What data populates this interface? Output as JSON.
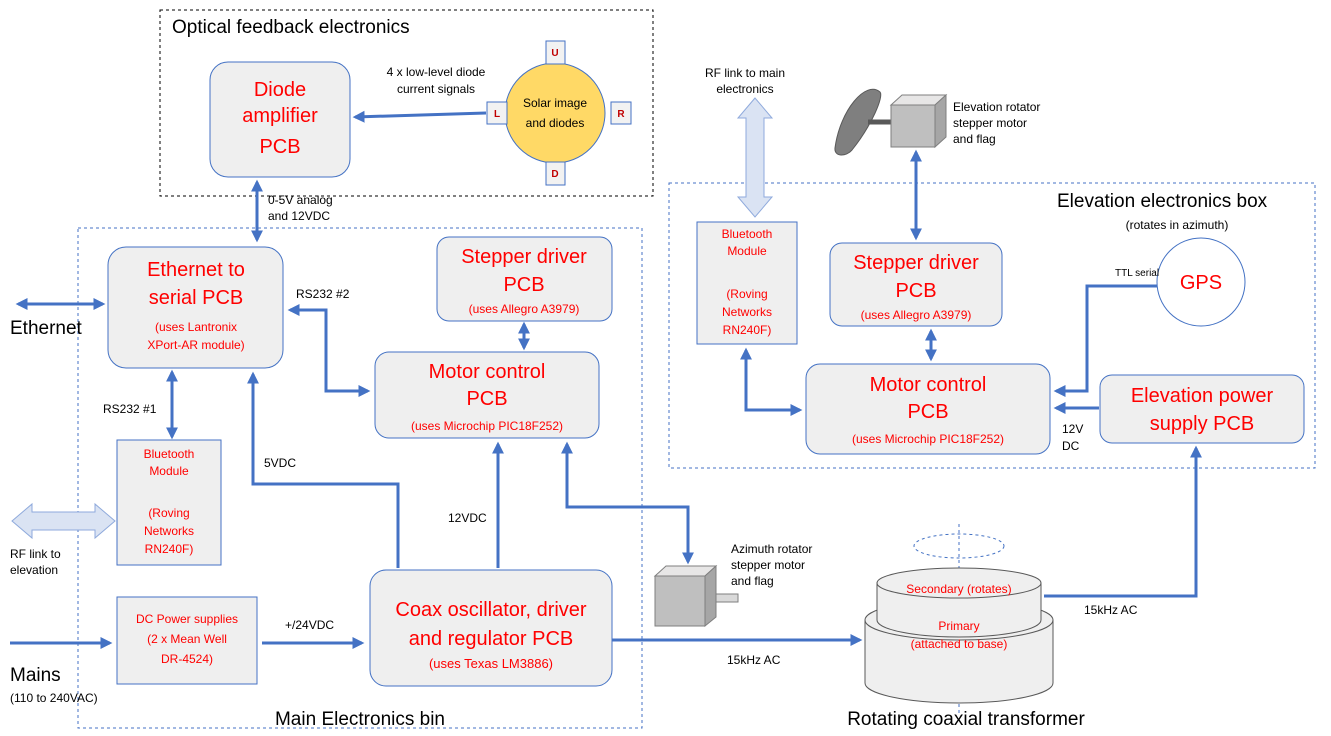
{
  "groups": {
    "optical": "Optical feedback electronics",
    "main_bin": "Main Electronics bin",
    "elevation_box": "Elevation electronics box",
    "elevation_box_sub": "(rotates in azimuth)",
    "transformer": "Rotating coaxial transformer"
  },
  "blocks": {
    "diode_amp": [
      "Diode",
      "amplifier",
      "PCB"
    ],
    "solar": [
      "Solar image",
      "and diodes"
    ],
    "solar_pads": {
      "u": "U",
      "d": "D",
      "l": "L",
      "r": "R"
    },
    "eth_serial": {
      "title": [
        "Ethernet to",
        "serial PCB"
      ],
      "sub": [
        "(uses Lantronix",
        "XPort-AR module)"
      ]
    },
    "stepper_main": {
      "title": [
        "Stepper driver",
        "PCB"
      ],
      "sub": "(uses Allegro A3979)"
    },
    "motor_main": {
      "title": [
        "Motor control",
        "PCB"
      ],
      "sub": "(uses Microchip PIC18F252)"
    },
    "bt_main": [
      "Bluetooth",
      "Module",
      "",
      "(Roving",
      "Networks",
      "RN240F)"
    ],
    "dc_power": [
      "DC Power supplies",
      "(2 x Mean Well",
      "DR-4524)"
    ],
    "coax_osc": {
      "title": [
        "Coax oscillator, driver",
        "and regulator PCB"
      ],
      "sub": "(uses Texas LM3886)"
    },
    "bt_elev": [
      "Bluetooth",
      "Module",
      "",
      "(Roving",
      "Networks",
      "RN240F)"
    ],
    "stepper_elev": {
      "title": [
        "Stepper driver",
        "PCB"
      ],
      "sub": "(uses Allegro A3979)"
    },
    "motor_elev": {
      "title": [
        "Motor control",
        "PCB"
      ],
      "sub": "(uses Microchip PIC18F252)"
    },
    "gps": "GPS",
    "elev_power": [
      "Elevation power",
      "supply PCB"
    ],
    "secondary": "Secondary (rotates)",
    "primary": [
      "Primary",
      "(attached to base)"
    ]
  },
  "labels": {
    "diode_signals": [
      "4 x low-level diode",
      "current signals"
    ],
    "analog": [
      "0-5V analog",
      "and 12VDC"
    ],
    "ethernet": "Ethernet",
    "rs232_2": "RS232 #2",
    "rs232_1": "RS232 #1",
    "v5": "5VDC",
    "v12": "12VDC",
    "rf_elev": [
      "RF link to",
      "elevation"
    ],
    "rf_main": [
      "RF link to main",
      "electronics"
    ],
    "v24": "+/24VDC",
    "mains": "Mains",
    "mains_range": "(110 to 240VAC)",
    "ac15_a": "15kHz AC",
    "ac15_b": "15kHz AC",
    "az_motor": [
      "Azimuth rotator",
      "stepper motor",
      "and flag"
    ],
    "el_motor": [
      "Elevation rotator",
      "stepper motor",
      "and flag"
    ],
    "ttl": "TTL serial",
    "dc12": [
      "12V",
      "DC"
    ]
  }
}
